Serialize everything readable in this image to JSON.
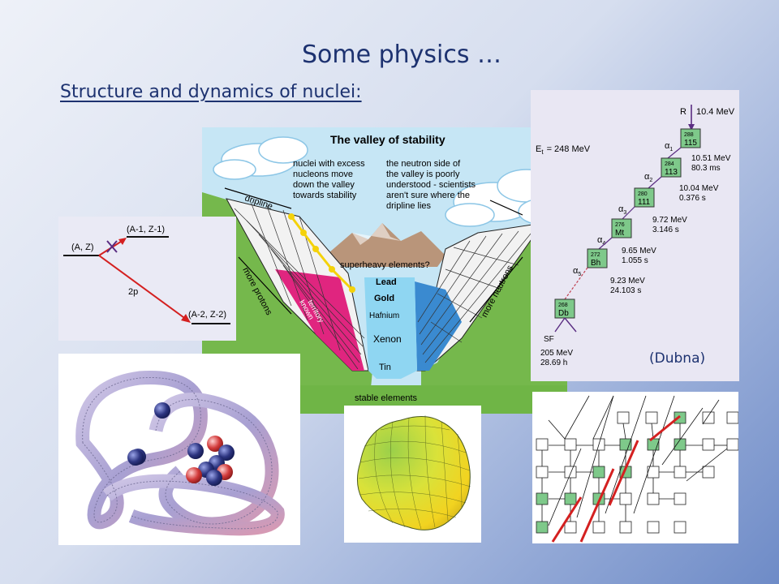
{
  "slide": {
    "title": "Some physics …",
    "subtitle": "Structure and dynamics of nuclei:"
  },
  "valley": {
    "title": "The valley of stability",
    "note_left": [
      "nuclei with excess",
      "nucleons move",
      "down the valley",
      "towards stability"
    ],
    "note_right": [
      "the neutron side of",
      "the valley is poorly",
      "understood - scientists",
      "aren't sure where the",
      "dripline lies"
    ],
    "dripline": "dripline",
    "superheavy": "superheavy elements?",
    "lead": "Lead",
    "gold": "Gold",
    "hafnium": "Hafnium",
    "xenon": "Xenon",
    "tin": "Tin",
    "known_territory": [
      "known",
      "territory"
    ],
    "more_protons": "more protons",
    "more_neutrons": "more neutrons",
    "stable": "stable elements"
  },
  "decay_2p": {
    "parent": "(A, Z)",
    "daughter1": "(A-1, Z-1)",
    "daughter2": "(A-2, Z-2)",
    "mode": "2p"
  },
  "dubna": {
    "caption": "(Dubna)",
    "et": "E",
    "et_sub": "t",
    "et_value": "= 248 MeV",
    "recoil": "R",
    "recoil_energy": "10.4 MeV",
    "chain": [
      {
        "mass": "288",
        "symbol": "115",
        "alpha": "α",
        "sub": "1",
        "energy": "10.51 MeV",
        "time": "80.3 ms"
      },
      {
        "mass": "284",
        "symbol": "113",
        "alpha": "α",
        "sub": "2",
        "energy": "10.04 MeV",
        "time": "0.376 s"
      },
      {
        "mass": "280",
        "symbol": "111",
        "alpha": "α",
        "sub": "3",
        "energy": "9.72 MeV",
        "time": "3.146 s"
      },
      {
        "mass": "276",
        "symbol": "Mt",
        "alpha": "α",
        "sub": "4",
        "energy": "9.65 MeV",
        "time": "1.055 s"
      },
      {
        "mass": "272",
        "symbol": "Bh",
        "alpha": "α",
        "sub": "5",
        "energy": "9.23 MeV",
        "time": "24.103 s"
      }
    ],
    "final": {
      "mass": "268",
      "symbol": "Db"
    },
    "sf": "SF",
    "sf_energy": "205 MeV",
    "sf_time": "28.69 h"
  },
  "colors": {
    "title_blue": "#1d3270",
    "green_box": "#7ec98a",
    "arrow_red": "#d42020",
    "decay_purple": "#5a2d82"
  }
}
